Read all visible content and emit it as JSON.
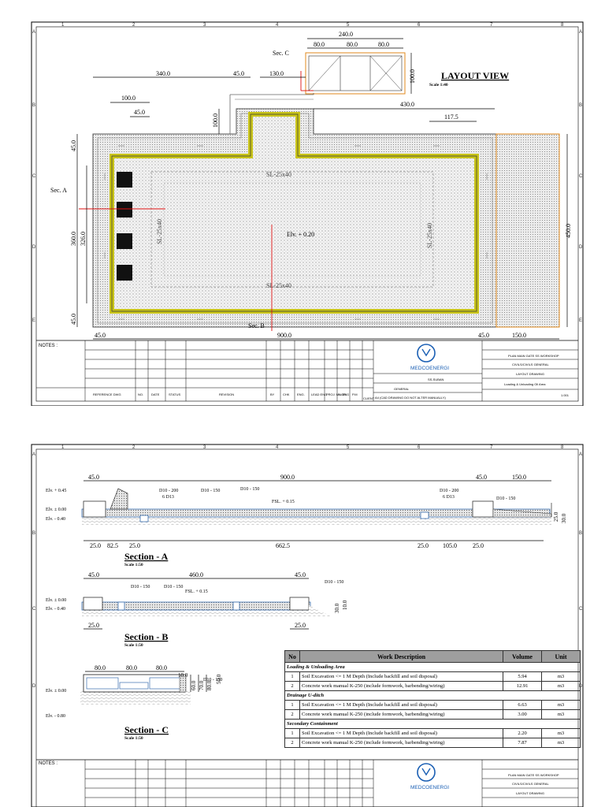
{
  "sheet1": {
    "title": "LAYOUT VIEW",
    "scale": "Scale 1:40",
    "section_marks": {
      "a": "Sec. A",
      "b": "Sec. B",
      "c": "Sec. C"
    },
    "dims": {
      "top_total": "240.0",
      "top_a": "80.0",
      "top_b": "80.0",
      "top_c": "80.0",
      "d340": "340.0",
      "d45a": "45.0",
      "d130": "130.0",
      "d100v": "100.0",
      "d430": "430.0",
      "d1175": "117.5",
      "d100": "100.0",
      "d45b": "45.0",
      "d100v2": "100.0",
      "left45top": "45.0",
      "left360": "360.0",
      "left326": "326.0",
      "left45bot": "45.0",
      "right450": "450.0",
      "bot45a": "45.0",
      "bot900": "900.0",
      "bot45b": "45.0",
      "bot150": "150.0"
    },
    "labels": {
      "sl_top": "SL-25x40",
      "sl_bottom": "SL-25x40",
      "sl_left": "SL-25x40",
      "sl_right": "SL-25x40",
      "elevation": "Elv. + 0.20"
    },
    "grid_top": [
      "1",
      "2",
      "3",
      "4",
      "5",
      "6",
      "7",
      "8"
    ],
    "grid_side": [
      "A",
      "B",
      "C",
      "D",
      "E"
    ],
    "title_block": {
      "notes": "NOTES :",
      "ref": "REFERENCE DWG",
      "no": "NO.",
      "date": "DATE",
      "status": "STATUS",
      "revision": "REVISION",
      "by": "BY",
      "chk": "CHK",
      "eng": "ENG.",
      "lead": "LEAD ENG.",
      "proj": "PROJ. MNGR",
      "leng": "L. ENG",
      "pm": "P.M",
      "client": "CLIENT",
      "company": "MEDCOENERGI",
      "drawing_title": "PLAN MAIN GATE SS WORKSHOP",
      "discipline": "CIVILS/CIVILS GENERAL",
      "doc_type": "LAYOUT DRAWING",
      "area_title": "Loading & Unloading Oil Area",
      "sheet_no": "1.001",
      "note_a4": "A4 (CAD DRAWING DO NOT ALTER MANUALLY)",
      "area": "SS-SUBAN",
      "location": "GENERAL"
    }
  },
  "sheet2": {
    "section_a": {
      "title": "Section - A",
      "scale": "Scale 1:50"
    },
    "section_b": {
      "title": "Section - B",
      "scale": "Scale 1:50"
    },
    "section_c": {
      "title": "Section - C",
      "scale": "Scale 1:50"
    },
    "elevations": {
      "e045": "Elv. + 0.45",
      "e000": "Elv. ± 0.00",
      "em040": "Elv. - 0.40",
      "em080": "Elv. - 0.80"
    },
    "fsl": "FSL. + 0.15",
    "rebar": {
      "d10_200": "D10 - 200",
      "d10_150": "D10 - 150",
      "six_d13": "6 D13"
    },
    "dims_a": {
      "t45a": "45.0",
      "t900": "900.0",
      "t45b": "45.0",
      "t150": "150.0",
      "b25a": "25.0",
      "b825": "82.5",
      "b25b": "25.0",
      "b6625": "662.5",
      "b25c": "25.0",
      "b105": "105.0",
      "b25d": "25.0",
      "r250": "25.0",
      "r300": "30.0"
    },
    "dims_b": {
      "t45a": "45.0",
      "t460": "460.0",
      "t45b": "45.0",
      "b25a": "25.0",
      "b25b": "25.0",
      "r300": "30.0",
      "r100": "10.0"
    },
    "dims_c": {
      "t80a": "80.0",
      "t80b": "80.0",
      "t80c": "80.0",
      "t10": "10.0",
      "r60": "60.0",
      "r70": "70.0",
      "r80": "80.0",
      "r50": "50.0"
    },
    "table": {
      "headers": {
        "no": "No",
        "desc": "Work Description",
        "vol": "Volume",
        "unit": "Unit"
      },
      "groups": [
        {
          "name": "Loading & Unloading Area",
          "rows": [
            {
              "no": "1",
              "desc": "Soil Excavation <= 1 M Depth (Include backfill and soil disposal)",
              "vol": "5.94",
              "unit": "m3"
            },
            {
              "no": "2",
              "desc": "Concrete work manual K-250 (include formwork, barbending/wiring)",
              "vol": "12.91",
              "unit": "m3"
            }
          ]
        },
        {
          "name": "Drainage U-ditch",
          "rows": [
            {
              "no": "1",
              "desc": "Soil Excavation <= 1 M Depth (Include backfill and soil disposal)",
              "vol": "6.63",
              "unit": "m3"
            },
            {
              "no": "2",
              "desc": "Concrete work manual K-250 (include formwork, barbending/wiring)",
              "vol": "3.00",
              "unit": "m3"
            }
          ]
        },
        {
          "name": "Secondary Containment",
          "rows": [
            {
              "no": "1",
              "desc": "Soil Excavation <= 1 M Depth (Include backfill and soil disposal)",
              "vol": "2.20",
              "unit": "m3"
            },
            {
              "no": "2",
              "desc": "Concrete work manual K-250 (include formwork, barbending/wiring)",
              "vol": "7.87",
              "unit": "m3"
            }
          ]
        }
      ]
    },
    "notes": "NOTES :",
    "company": "MEDCOENERGI",
    "drawing_title": "PLAN MAIN GATE SS WORKSHOP",
    "discipline": "CIVILS/CIVILS GENERAL",
    "doc_type": "LAYOUT DRAWING"
  }
}
